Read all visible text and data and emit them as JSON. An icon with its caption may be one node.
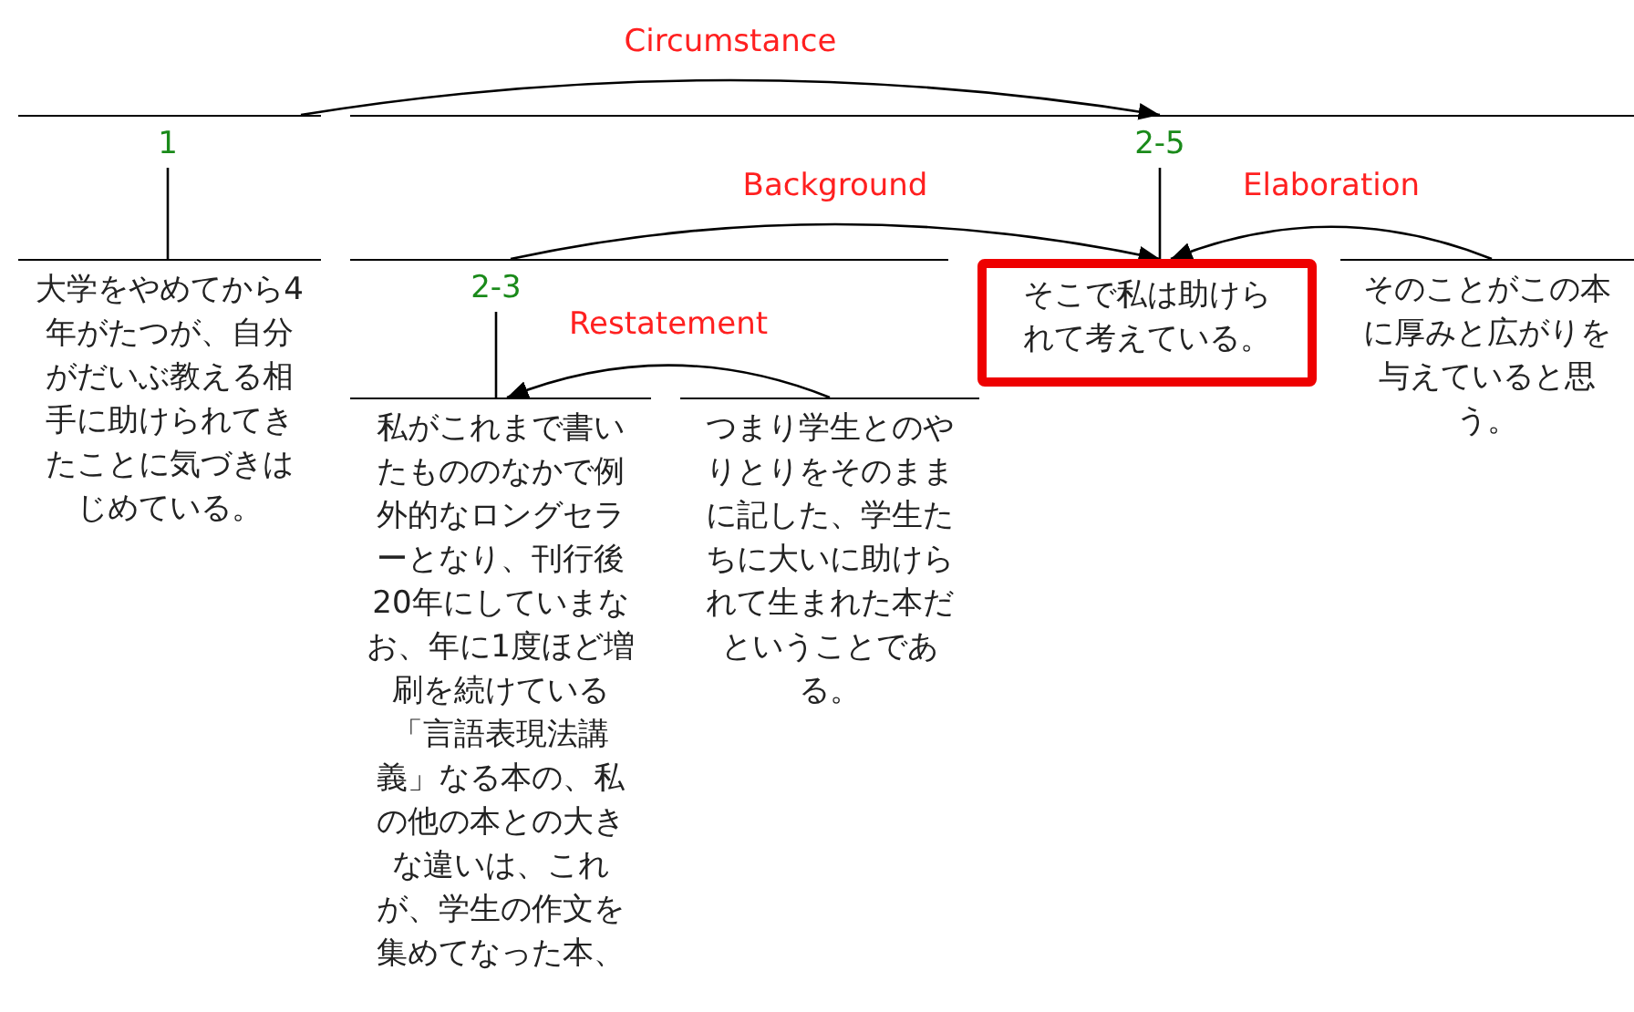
{
  "diagram": {
    "nodes": [
      {
        "text": [
          "1"
        ]
      },
      {
        "text": [
          "大学をやめてから4年がたつが、自分がだいぶ教える相手に助けられてきたことに気づきはじめている。"
        ]
      },
      {
        "text": [
          "2-5"
        ]
      },
      {
        "text": [
          "2-3"
        ]
      },
      {
        "text": [
          "私がこれまで書いたもののなかで例外的なロングセラーとなり、刊行後20年にしていまなお、年に1度ほど増刷を続けている「言語表現法講義」なる本の、私の他の本との大きな違いは、これが、学生の作文を集めてなった本、"
        ]
      },
      {
        "text": [
          "つまり学生とのやりとりをそのままに記した、学生たちに大いに助けられて生まれた本だということである。"
        ]
      },
      {
        "text": [
          "そこで私は助けられて考えている。"
        ]
      },
      {
        "text": [
          "そのことがこの本に厚みと広がりを与えていると思う。"
        ]
      }
    ],
    "edges": [
      {
        "from": 0,
        "to": 2,
        "arrow": "to",
        "label": "Circumstance"
      },
      {
        "from": 3,
        "to": 6,
        "arrow": "to",
        "label": "Background"
      },
      {
        "from": 7,
        "to": 6,
        "arrow": "to",
        "label": "Elaboration"
      },
      {
        "from": 5,
        "to": 4,
        "arrow": "to",
        "label": "Restatement"
      },
      {
        "from": 0,
        "to": 1,
        "arrow": "none"
      },
      {
        "from": 2,
        "to": 6,
        "arrow": "none"
      },
      {
        "from": 3,
        "to": 4,
        "arrow": "none"
      }
    ]
  }
}
